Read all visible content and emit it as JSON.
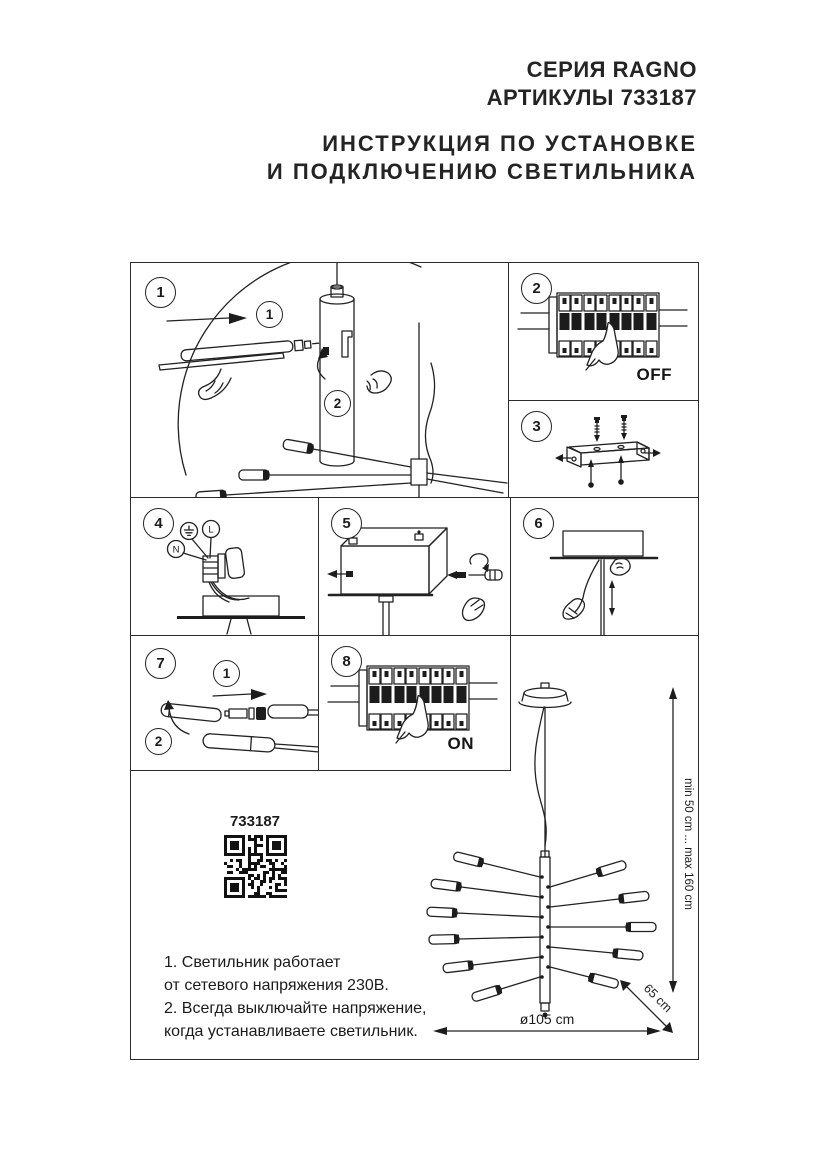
{
  "header": {
    "series": "СЕРИЯ RAGNO",
    "articles": "АРТИКУЛЫ 733187",
    "instruction_line1": "ИНСТРУКЦИЯ ПО УСТАНОВКЕ",
    "instruction_line2": "И ПОДКЛЮЧЕНИЮ СВЕТИЛЬНИКА"
  },
  "panels": [
    {
      "number": "1",
      "substeps": [
        "1",
        "2"
      ]
    },
    {
      "number": "2",
      "switch_label": "OFF"
    },
    {
      "number": "3"
    },
    {
      "number": "4",
      "wire_labels": {
        "neutral": "N",
        "line": "L"
      },
      "earth_icon": "earth-ground"
    },
    {
      "number": "5"
    },
    {
      "number": "6"
    },
    {
      "number": "7",
      "substeps": [
        "1",
        "2"
      ]
    },
    {
      "number": "8",
      "switch_label": "ON"
    }
  ],
  "footer": {
    "article_number": "733187",
    "qr_icon": "qr-code",
    "notes": [
      "1. Светильник работает",
      "от сетевого напряжения 230В.",
      "2. Всегда выключайте напряжение,",
      "когда устанавливаете светильник."
    ],
    "dimensions": {
      "height_range": "min 50 cm ... max 160 cm",
      "projection": "65 cm",
      "diameter": "ø105 cm"
    }
  },
  "colors": {
    "ink": "#1c1c1c",
    "background": "#ffffff"
  }
}
